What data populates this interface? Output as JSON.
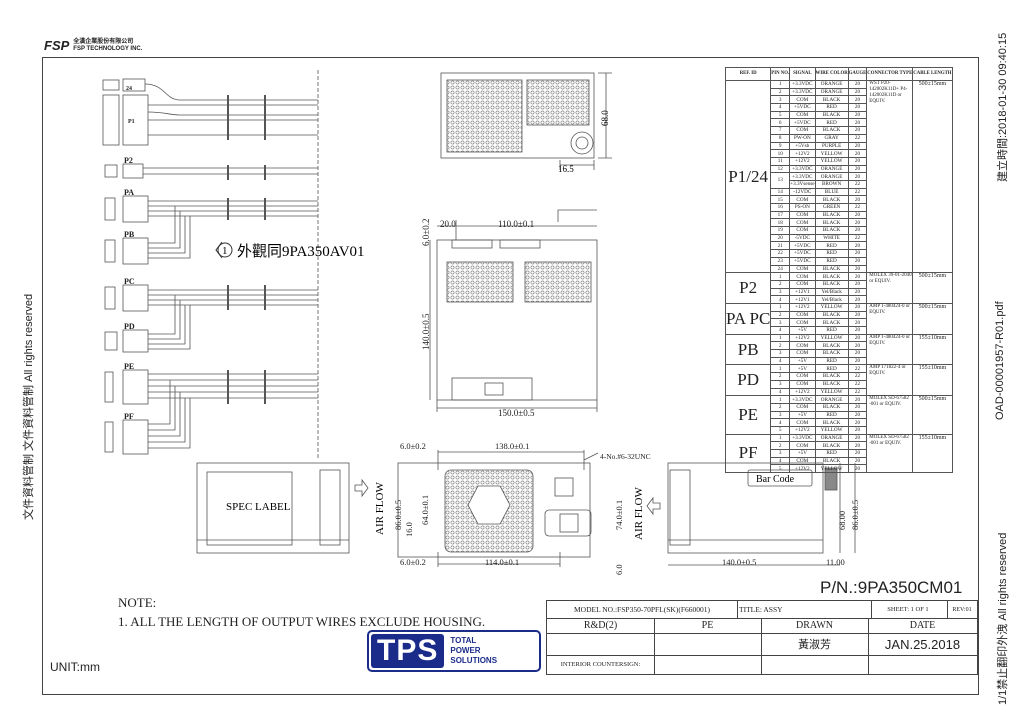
{
  "header": {
    "logo_mark": "FSP",
    "company_cn": "全漢企業股份有限公司",
    "company_en": "FSP TECHNOLOGY INC."
  },
  "margins": {
    "left": "文件資料管制 文件資料管制 All rights reserved",
    "right_top": "建立時間:2018-01-30 09:40:15",
    "right_mid": "OAD-00001957-R01.pdf",
    "right_bottom": "1/1禁止翻印外洩 All rights reserved"
  },
  "harness": {
    "connectors": [
      "24",
      "P1",
      "P2",
      "PA",
      "PB",
      "PC",
      "PD",
      "PE",
      "PF"
    ],
    "callout": "1",
    "callout_text": "外觀同9PA350AV01"
  },
  "dims": {
    "top_h": "68.0",
    "top_w": "16.5",
    "plan_20": "20.0",
    "plan_110": "110.0±0.1",
    "plan_6": "6.0±0.2",
    "plan_140": "140.0±0.5",
    "plan_150": "150.0±0.5",
    "front_6a": "6.0±0.2",
    "front_138": "138.0±0.1",
    "front_screw": "4-No.#6-32UNC",
    "front_86": "86.0±0.5",
    "front_64": "64.0±0.1",
    "front_16": "16.0",
    "front_74": "74.0±0.1",
    "front_6b": "6.0±0.2",
    "front_114": "114.0±0.1",
    "front_6c": "6.0",
    "side_140": "140.0±0.5",
    "side_11": "11.00",
    "side_68": "68.00",
    "side_86": "86.0±0.5"
  },
  "views": {
    "spec_label": "SPEC LABEL",
    "air_flow": "AIR FLOW",
    "bar_code": "Bar Code"
  },
  "spec_table": {
    "headers": [
      "REF. ID",
      "PIN NO.",
      "SIGNAL",
      "WIRE COLOR",
      "GAUGE",
      "CONNECTOR TYPE",
      "CABLE LENGTH"
    ],
    "groups": [
      {
        "ref": "P1/24",
        "connector": "WST P20-142002K11D+ P4-142002K11D or EQUIV.",
        "length": "500±15mm",
        "rows": [
          [
            "1",
            "+3.3VDC",
            "ORANGE",
            "20"
          ],
          [
            "2",
            "+3.3VDC",
            "ORANGE",
            "20"
          ],
          [
            "3",
            "COM",
            "BLACK",
            "20"
          ],
          [
            "4",
            "+5VDC",
            "RED",
            "20"
          ],
          [
            "5",
            "COM",
            "BLACK",
            "20"
          ],
          [
            "6",
            "+5VDC",
            "RED",
            "20"
          ],
          [
            "7",
            "COM",
            "BLACK",
            "20"
          ],
          [
            "8",
            "PW-ON",
            "GRAY",
            "22"
          ],
          [
            "9",
            "+5Vsb",
            "PURPLE",
            "20"
          ],
          [
            "10",
            "+12V2",
            "YELLOW",
            "20"
          ],
          [
            "11",
            "+12V2",
            "YELLOW",
            "20"
          ],
          [
            "12",
            "+3.3VDC",
            "ORANGE",
            "20"
          ],
          [
            "13",
            "+3.3VDC",
            "ORANGE",
            "20"
          ],
          [
            "13",
            "+3.3Vsense",
            "BROWN",
            "22"
          ],
          [
            "14",
            "-12VDC",
            "BLUE",
            "22"
          ],
          [
            "15",
            "COM",
            "BLACK",
            "20"
          ],
          [
            "16",
            "PS-ON",
            "GREEN",
            "22"
          ],
          [
            "17",
            "COM",
            "BLACK",
            "20"
          ],
          [
            "18",
            "COM",
            "BLACK",
            "20"
          ],
          [
            "19",
            "COM",
            "BLACK",
            "20"
          ],
          [
            "20",
            "-5VDC",
            "WHITE",
            "22"
          ],
          [
            "21",
            "+5VDC",
            "RED",
            "20"
          ],
          [
            "22",
            "+5VDC",
            "RED",
            "20"
          ],
          [
            "23",
            "+5VDC",
            "RED",
            "20"
          ],
          [
            "24",
            "COM",
            "BLACK",
            "20"
          ]
        ]
      },
      {
        "ref": "P2",
        "connector": "MOLEX 39-01-2040 or EQUIV.",
        "length": "500±15mm",
        "rows": [
          [
            "1",
            "COM",
            "BLACK",
            "20"
          ],
          [
            "2",
            "COM",
            "BLACK",
            "20"
          ],
          [
            "3",
            "+12V1",
            "Yel/Black",
            "20"
          ],
          [
            "4",
            "+12V1",
            "Yel/Black",
            "20"
          ]
        ]
      },
      {
        "ref": "PA PC",
        "connector": "AMP 1-480424-0 or EQUIV.",
        "length": "500±15mm",
        "rows": [
          [
            "1",
            "+12V2",
            "YELLOW",
            "20"
          ],
          [
            "2",
            "COM",
            "BLACK",
            "20"
          ],
          [
            "3",
            "COM",
            "BLACK",
            "20"
          ],
          [
            "4",
            "+5V",
            "RED",
            "20"
          ]
        ]
      },
      {
        "ref": "PB",
        "connector": "AMP 1-480424-0 or EQUIV.",
        "length": "155±10mm",
        "rows": [
          [
            "1",
            "+12V2",
            "YELLOW",
            "20"
          ],
          [
            "2",
            "COM",
            "BLACK",
            "20"
          ],
          [
            "3",
            "COM",
            "BLACK",
            "20"
          ],
          [
            "4",
            "+5V",
            "RED",
            "20"
          ]
        ]
      },
      {
        "ref": "PD",
        "connector": "AMP 171822-4 or EQUIV.",
        "length": "155±10mm",
        "rows": [
          [
            "1",
            "+5V",
            "RED",
            "22"
          ],
          [
            "2",
            "COM",
            "BLACK",
            "22"
          ],
          [
            "3",
            "COM",
            "BLACK",
            "22"
          ],
          [
            "4",
            "+12V2",
            "YELLOW",
            "22"
          ]
        ]
      },
      {
        "ref": "PE",
        "connector": "MOLEX SD-67582 -001 or EQUIV.",
        "length": "500±15mm",
        "rows": [
          [
            "1",
            "+3.3VDC",
            "ORANGE",
            "20"
          ],
          [
            "2",
            "COM",
            "BLACK",
            "20"
          ],
          [
            "3",
            "+5V",
            "RED",
            "20"
          ],
          [
            "4",
            "COM",
            "BLACK",
            "20"
          ],
          [
            "5",
            "+12V2",
            "YELLOW",
            "20"
          ]
        ]
      },
      {
        "ref": "PF",
        "connector": "MOLEX SD-67582 -001 or EQUIV.",
        "length": "155±10mm",
        "rows": [
          [
            "1",
            "+3.3VDC",
            "ORANGE",
            "20"
          ],
          [
            "2",
            "COM",
            "BLACK",
            "20"
          ],
          [
            "3",
            "+5V",
            "RED",
            "20"
          ],
          [
            "4",
            "COM",
            "BLACK",
            "20"
          ],
          [
            "5",
            "+12V2",
            "YELLOW",
            "20"
          ]
        ]
      }
    ]
  },
  "notes": {
    "title": "NOTE:",
    "line1": "1. ALL THE LENGTH OF OUTPUT WIRES EXCLUDE HOUSING.",
    "unit": "UNIT:mm"
  },
  "part_number": "P/N.:9PA350CM01",
  "title_block": {
    "model": "MODEL NO.:FSP350-70PFL(SK)(F660001)",
    "title": "TITLE: ASSY",
    "sheet": "SHEET: 1 OF 1",
    "rev": "REV:01",
    "rd": "R&D(2)",
    "pe": "PE",
    "drawn": "DRAWN",
    "date_label": "DATE",
    "drawn_by": "黃淑芳",
    "date": "JAN.25.2018",
    "countersign": "INTERIOR COUNTERSIGN:"
  },
  "tps_logo": {
    "mark": "TPS",
    "line1": "TOTAL",
    "line2": "POWER",
    "line3": "SOLUTIONS",
    "color": "#1a2b8a"
  }
}
